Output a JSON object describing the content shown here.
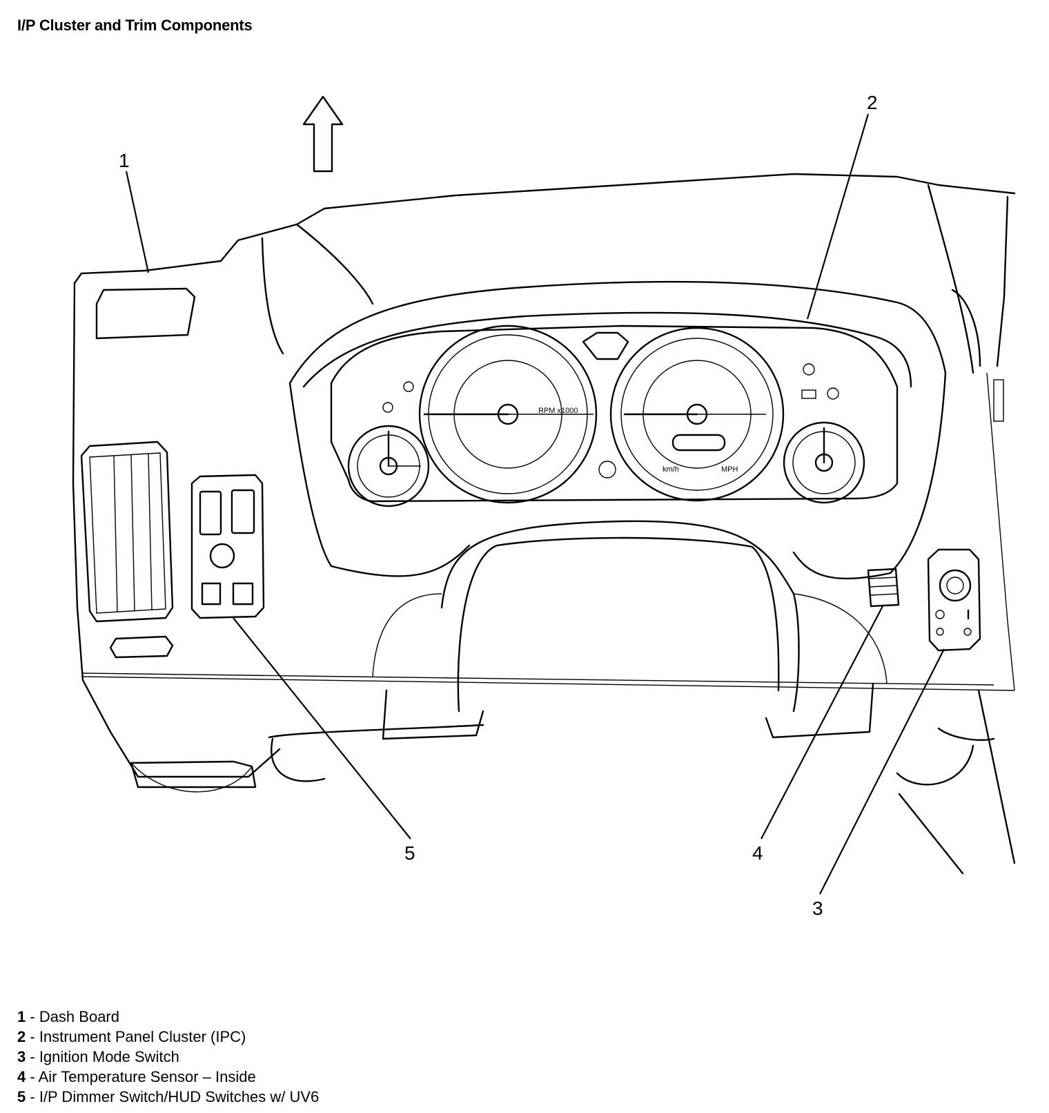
{
  "title": "I/P Cluster and Trim Components",
  "callouts": {
    "c1": "1",
    "c2": "2",
    "c3": "3",
    "c4": "4",
    "c5": "5"
  },
  "legend": [
    {
      "num": "1",
      "sep": " - ",
      "text": "Dash Board"
    },
    {
      "num": "2",
      "sep": " - ",
      "text": "Instrument Panel Cluster (IPC)"
    },
    {
      "num": "3",
      "sep": " - ",
      "text": "Ignition Mode Switch"
    },
    {
      "num": "4",
      "sep": " - ",
      "text": "Air Temperature Sensor – Inside"
    },
    {
      "num": "5",
      "sep": " - ",
      "text": "I/P Dimmer Switch/HUD Switches w/ UV6"
    }
  ],
  "gauge_text": {
    "speed_unit_kmh": "km/h",
    "speed_unit_mph": "MPH",
    "tach_unit": "RPM x1000"
  }
}
